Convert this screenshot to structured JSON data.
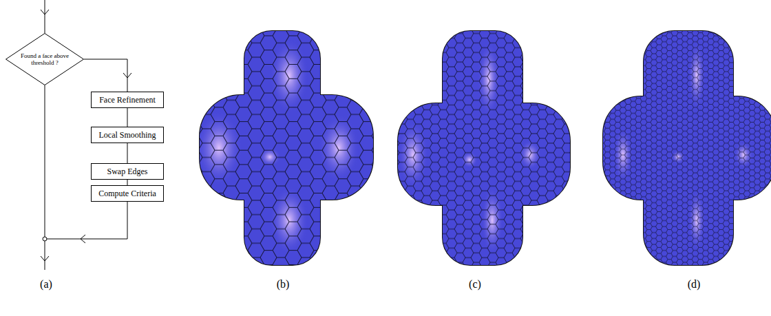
{
  "diagram": {
    "nodes": [
      {
        "text": [
          "Found a face above threshold ?"
        ]
      },
      {
        "text": [
          "Face Refinement"
        ]
      },
      {
        "text": [
          "Local Smoothing"
        ]
      },
      {
        "text": [
          "Swap Edges"
        ]
      },
      {
        "text": [
          "Compute Criteria"
        ]
      }
    ],
    "edges": [
      {
        "from": 0,
        "to": 1,
        "arrow": "to"
      },
      {
        "from": 1,
        "to": 2,
        "arrow": "none"
      },
      {
        "from": 2,
        "to": 3,
        "arrow": "none"
      },
      {
        "from": 3,
        "to": 4,
        "arrow": "none"
      }
    ],
    "labels": [
      "(a)",
      "(b)",
      "(c)",
      "(d)"
    ]
  }
}
